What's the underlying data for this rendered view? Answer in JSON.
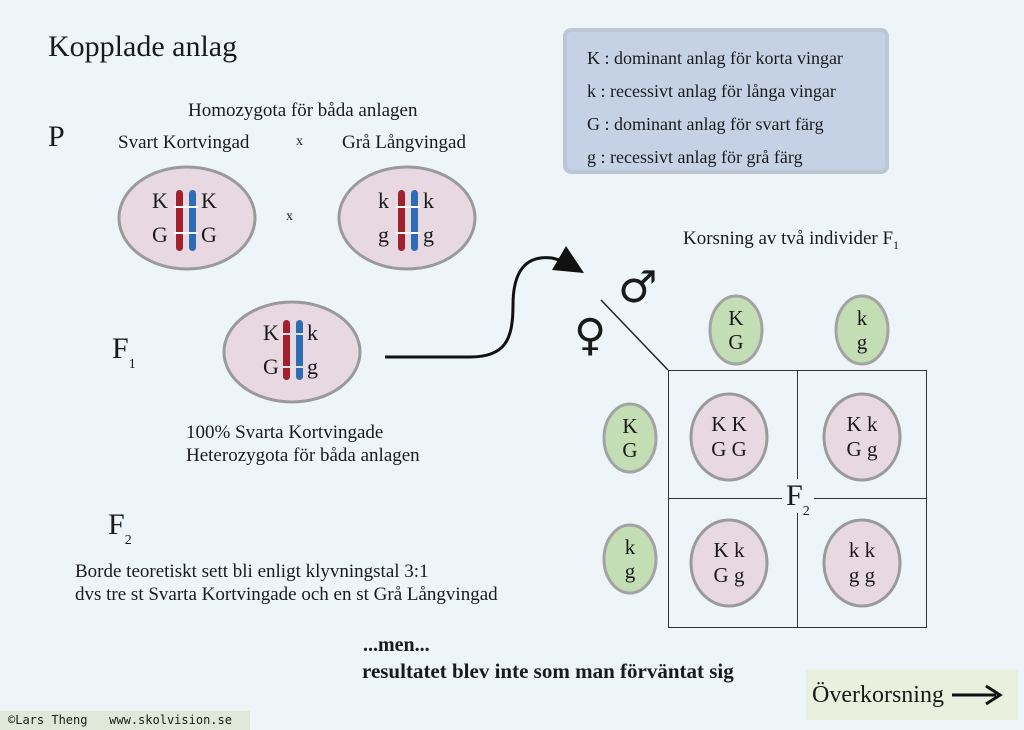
{
  "title": "Kopplade anlag",
  "legend": [
    "K : dominant anlag för korta vingar",
    "k : recessivt anlag för långa vingar",
    "G : dominant anlag för svart färg",
    "g : recessivt anlag för grå färg"
  ],
  "parents": {
    "label": "P",
    "heading": "Homozygota för båda anlagen",
    "left_name": "Svart Kortvingad",
    "cross": "x",
    "right_name": "Grå Långvingad",
    "left_top": [
      "K",
      "K"
    ],
    "left_bottom": [
      "G",
      "G"
    ],
    "right_top": [
      "k",
      "k"
    ],
    "right_bottom": [
      "g",
      "g"
    ]
  },
  "f1": {
    "label": "F",
    "label_sub": "1",
    "top": [
      "K",
      "k"
    ],
    "bottom": [
      "G",
      "g"
    ],
    "line1": "100% Svarta Kortvingade",
    "line2": "Heterozygota för båda anlagen"
  },
  "f2": {
    "label": "F",
    "label_sub": "2",
    "line1": "Borde teoretiskt sett bli enligt klyvningstal 3:1",
    "line2": "dvs tre st Svarta Kortvingade och en st Grå Långvingad"
  },
  "punnett": {
    "heading": "Korsning av två individer F",
    "heading_sub": "1",
    "male_symbol": "♂",
    "female_symbol": "♀",
    "male_gametes": [
      [
        "K",
        "G"
      ],
      [
        "k",
        "g"
      ]
    ],
    "female_gametes": [
      [
        "K",
        "G"
      ],
      [
        "k",
        "g"
      ]
    ],
    "cells": [
      [
        "K K",
        "G G"
      ],
      [
        "K k",
        "G g"
      ],
      [
        "K k",
        "G g"
      ],
      [
        "k k",
        "g g"
      ]
    ],
    "center_label": "F",
    "center_sub": "2"
  },
  "conclusion": {
    "line1": "...men...",
    "line2": "resultatet blev inte som man förväntat sig"
  },
  "nav_button": "Överkorsning",
  "footer": "©Lars Theng   www.skolvision.se",
  "colors": {
    "background": "#edf5f8",
    "legend_box": "#c5d2e6",
    "cell_pink": "#e8d8e2",
    "gamete_green": "#c3deb4",
    "chrom_red": "#a2212e",
    "chrom_blue": "#2c6db6"
  }
}
